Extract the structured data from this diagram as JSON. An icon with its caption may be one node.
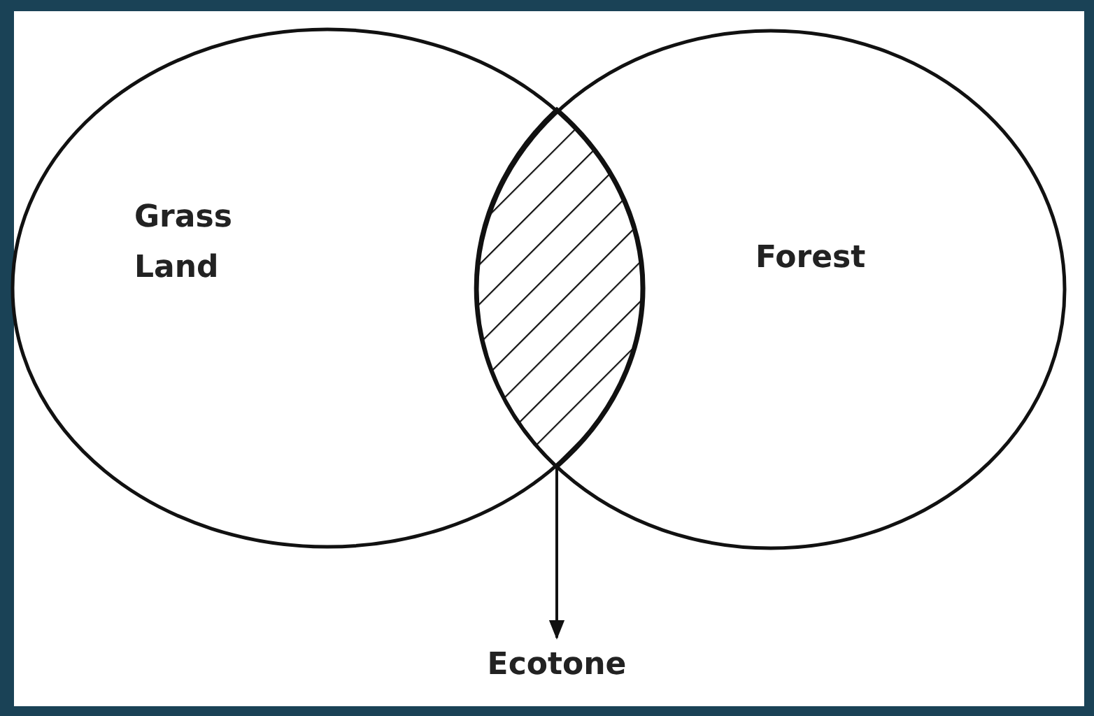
{
  "diagram": {
    "nodes": [
      {
        "text": [
          "Grass Land"
        ]
      },
      {
        "text": [
          "Forest"
        ]
      },
      {
        "text": [],
        "shape": "lens"
      },
      {
        "text": [
          "Ecotone"
        ]
      }
    ],
    "edges": [
      {
        "from": 2,
        "to": 3,
        "arrow": "to"
      }
    ]
  }
}
